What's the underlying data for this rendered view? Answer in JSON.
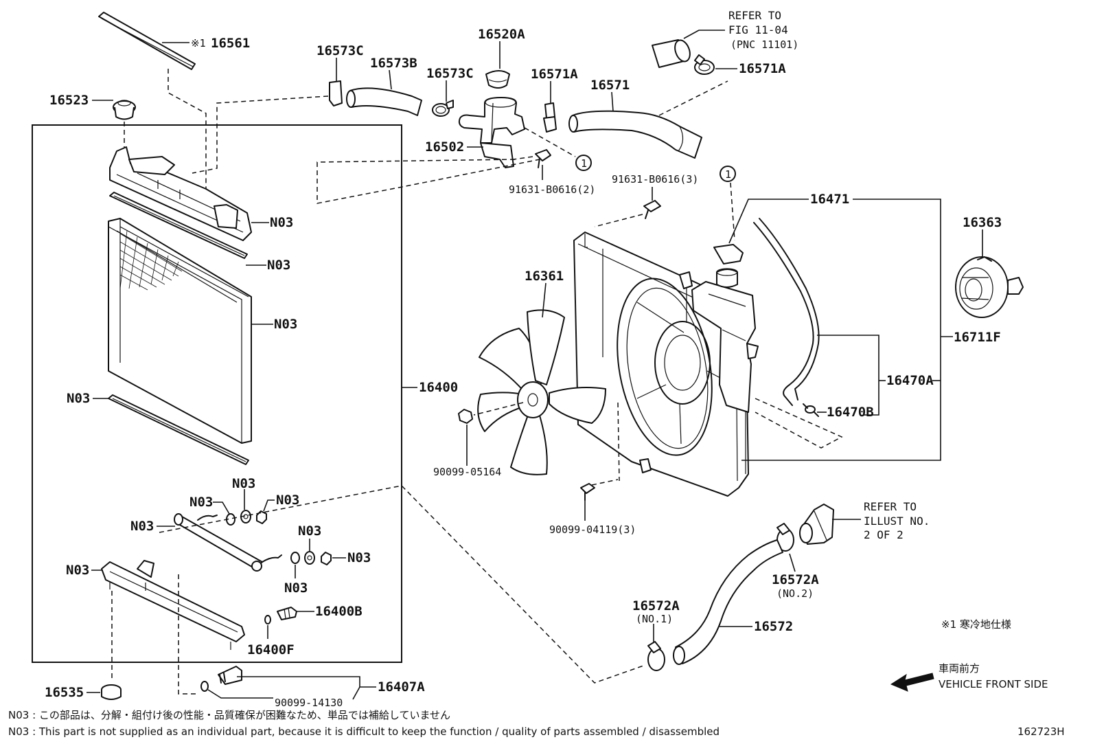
{
  "labels": {
    "p16561": "16561",
    "p16561_mark": "※1",
    "p16523": "16523",
    "p16573C_a": "16573C",
    "p16573B": "16573B",
    "p16520A": "16520A",
    "p16573C_b": "16573C",
    "p16571A_a": "16571A",
    "p16571": "16571",
    "p16571A_b": "16571A",
    "p16502": "16502",
    "bolt_2": "91631-B0616(2)",
    "bolt_3": "91631-B0616(3)",
    "p16471": "16471",
    "p16363": "16363",
    "p16361": "16361",
    "p16711F": "16711F",
    "p16470A": "16470A",
    "p16470B": "16470B",
    "p16400": "16400",
    "n03_1": "N03",
    "n03_2": "N03",
    "n03_3": "N03",
    "n03_4": "N03",
    "n03_5": "N03",
    "n03_6": "N03",
    "n03_7": "N03",
    "n03_8": "N03",
    "n03_9": "N03",
    "n03_10": "N03",
    "n03_11": "N03",
    "n03_12": "N03",
    "p90099_05164": "90099-05164",
    "p90099_04119": "90099-04119(3)",
    "p16400B": "16400B",
    "p16400F": "16400F",
    "p16535": "16535",
    "p90099_14130": "90099-14130",
    "p16407A": "16407A",
    "p16572A_1": "16572A",
    "p16572A_1_sub": "(NO.1)",
    "p16572A_2": "16572A",
    "p16572A_2_sub": "(NO.2)",
    "p16572": "16572",
    "circle_ref": "1"
  },
  "refs": {
    "fig_line1": "REFER TO",
    "fig_line2": "FIG 11-04",
    "fig_line3": "(PNC 11101)",
    "illust_line1": "REFER TO",
    "illust_line2": "ILLUST NO.",
    "illust_line3": "2 OF 2"
  },
  "notes": {
    "cold_spec": "※1  寒冷地仕様",
    "front_jp": "車両前方",
    "front_en": "VEHICLE FRONT SIDE",
    "n03_jp": "N03 : この部品は、分解・組付け後の性能・品質確保が困難なため、単品では補給していません",
    "n03_en": "N03 : This part is not supplied as an individual part, because it is difficult to keep the function / quality of parts assembled / disassembled",
    "figure_id": "162723H"
  }
}
